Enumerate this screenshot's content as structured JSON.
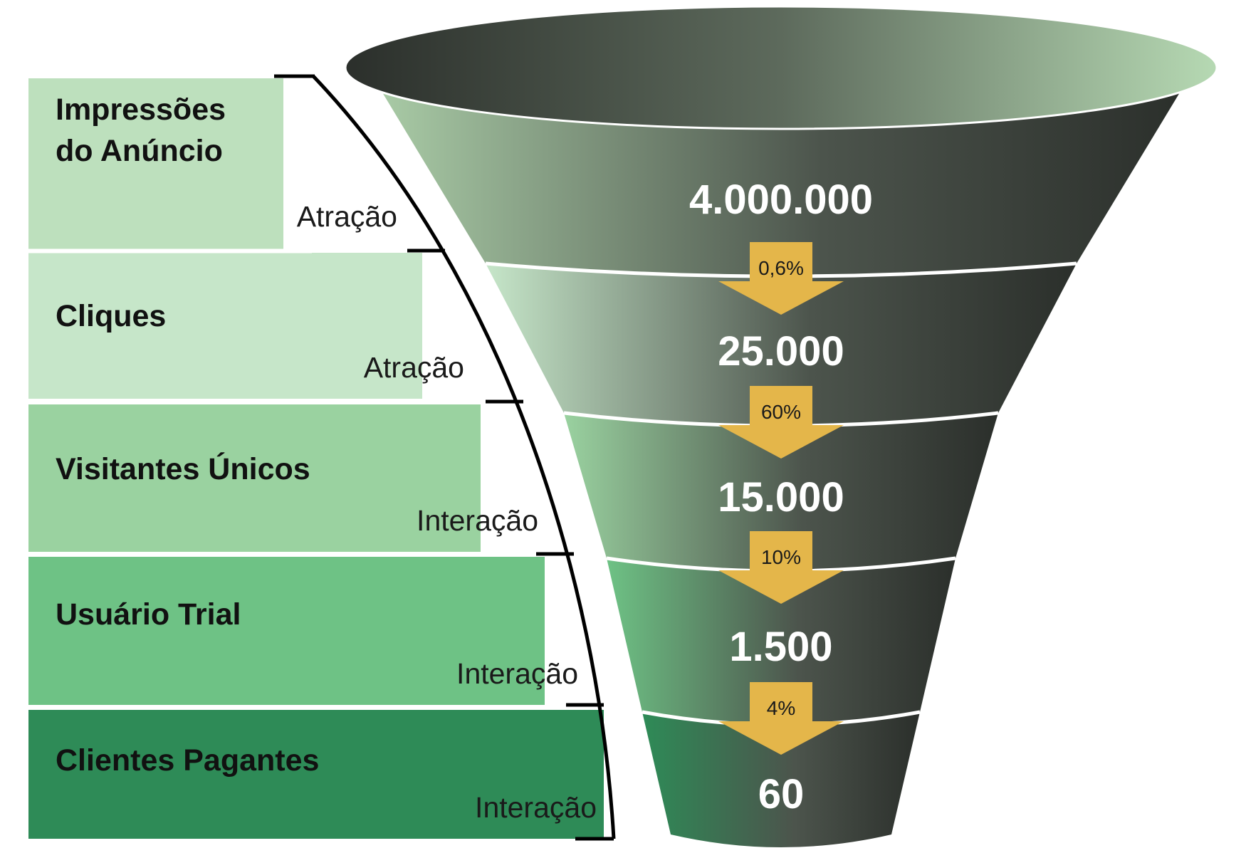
{
  "funnel": {
    "stages": [
      {
        "label_lines": [
          "Impressões",
          "do Anúncio"
        ],
        "category": "Atração",
        "value": "4.000.000",
        "box_color": "#bde0bd"
      },
      {
        "label_lines": [
          "Cliques"
        ],
        "category": "Atração",
        "value": "25.000",
        "box_color": "#c6e6c9"
      },
      {
        "label_lines": [
          "Visitantes Únicos"
        ],
        "category": "Interação",
        "value": "15.000",
        "box_color": "#9ad2a0"
      },
      {
        "label_lines": [
          "Usuário Trial"
        ],
        "category": "Interação",
        "value": "1.500",
        "box_color": "#6ec285"
      },
      {
        "label_lines": [
          "Clientes Pagantes"
        ],
        "category": "Interação",
        "value": "60",
        "box_color": "#2e8b57"
      }
    ],
    "conversion_rates": [
      "0,6%",
      "60%",
      "10%",
      "4%"
    ],
    "colors": {
      "funnel_dark": "#2b2f2b",
      "funnel_top_light": "#b6d9b3",
      "band_light": [
        "#a9cba6",
        "#c6e6c9",
        "#9ad2a0",
        "#6ec285",
        "#2e8b57"
      ],
      "arrow": "#e4b64a",
      "bracket": "#000000"
    }
  }
}
